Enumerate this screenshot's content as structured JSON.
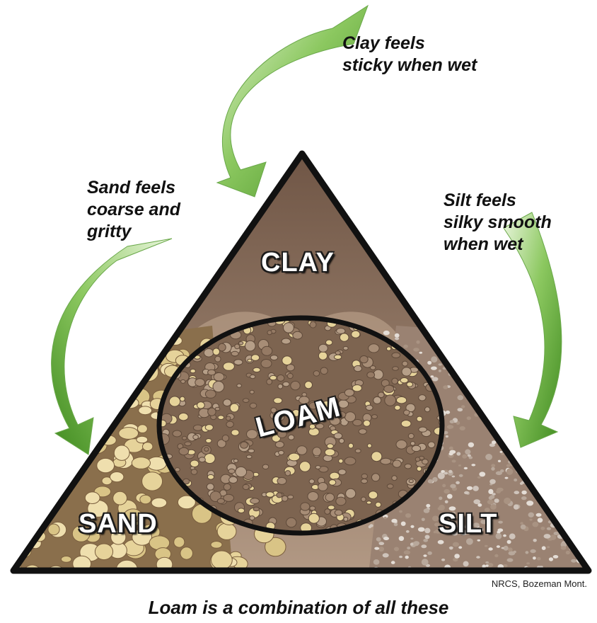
{
  "regions": {
    "clay": "CLAY",
    "loam": "LOAM",
    "sand": "SAND",
    "silt": "SILT"
  },
  "notes": {
    "clay": [
      "Clay feels",
      "sticky when wet"
    ],
    "sand": [
      "Sand feels",
      "coarse and",
      "gritty"
    ],
    "silt": [
      "Silt feels",
      "silky smooth",
      "when wet"
    ]
  },
  "credit": "NRCS, Bozeman Mont.",
  "caption": "Loam is a combination of all these",
  "colors": {
    "clay": "#8c6e58",
    "sand_fill": "#8a6f4c",
    "sand_grain": "#e6d39a",
    "silt_fill": "#9a8272",
    "loam_fill": "#7d6450",
    "arrow": "#4f9a2a",
    "outline": "#111111"
  },
  "icons": {
    "arrows": [
      "curved-arrow-to-clay",
      "curved-arrow-to-sand",
      "curved-arrow-to-silt"
    ]
  }
}
